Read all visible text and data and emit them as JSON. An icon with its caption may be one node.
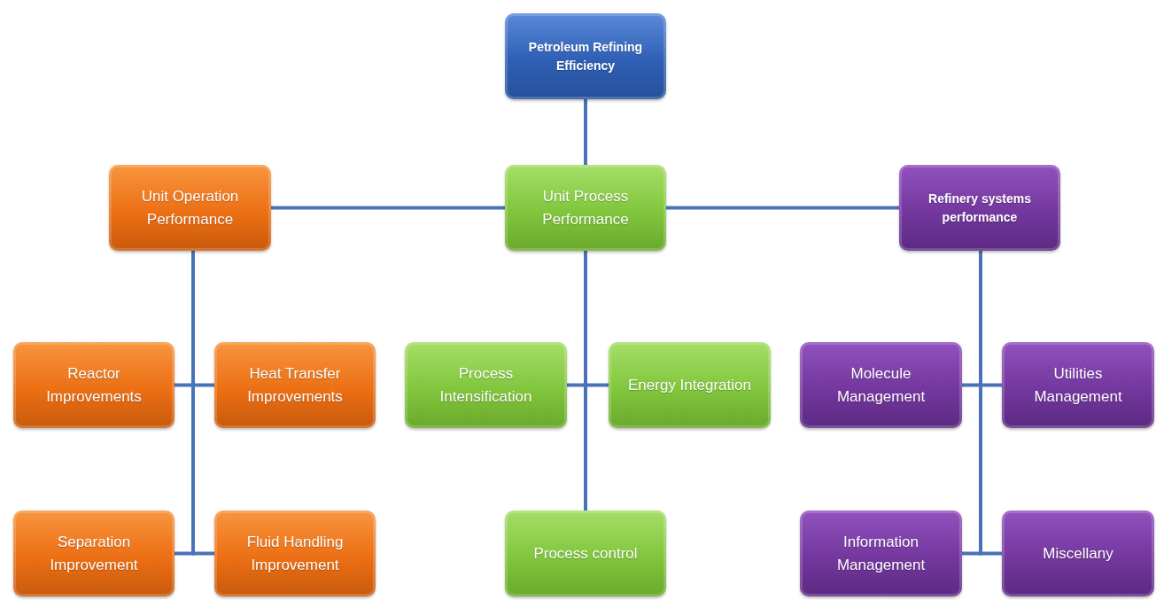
{
  "diagram": {
    "nodes": [
      {
        "text": [
          "Petroleum Refining Efficiency"
        ]
      },
      {
        "text": [
          "Unit Operation Performance"
        ]
      },
      {
        "text": [
          "Unit Process Performance"
        ]
      },
      {
        "text": [
          "Refinery systems performance"
        ]
      },
      {
        "text": [
          "Reactor Improvements"
        ]
      },
      {
        "text": [
          "Heat Transfer Improvements"
        ]
      },
      {
        "text": [
          "Separation Improvement"
        ]
      },
      {
        "text": [
          "Fluid Handling Improvement"
        ]
      },
      {
        "text": [
          "Process Intensification"
        ]
      },
      {
        "text": [
          "Energy Integration"
        ]
      },
      {
        "text": [
          "Process control"
        ]
      },
      {
        "text": [
          "Molecule Management"
        ]
      },
      {
        "text": [
          "Utilities Management"
        ]
      },
      {
        "text": [
          "Information Management"
        ]
      },
      {
        "text": [
          "Miscellany"
        ]
      }
    ],
    "edges": [
      {
        "from": 0,
        "to": 2,
        "arrow": "none"
      },
      {
        "from": 2,
        "to": 1,
        "arrow": "none"
      },
      {
        "from": 2,
        "to": 3,
        "arrow": "none"
      },
      {
        "from": 1,
        "to": 4,
        "arrow": "none"
      },
      {
        "from": 1,
        "to": 5,
        "arrow": "none"
      },
      {
        "from": 1,
        "to": 6,
        "arrow": "none"
      },
      {
        "from": 1,
        "to": 7,
        "arrow": "none"
      },
      {
        "from": 2,
        "to": 8,
        "arrow": "none"
      },
      {
        "from": 2,
        "to": 9,
        "arrow": "none"
      },
      {
        "from": 2,
        "to": 10,
        "arrow": "none"
      },
      {
        "from": 3,
        "to": 11,
        "arrow": "none"
      },
      {
        "from": 3,
        "to": 12,
        "arrow": "none"
      },
      {
        "from": 3,
        "to": 13,
        "arrow": "none"
      },
      {
        "from": 3,
        "to": 14,
        "arrow": "none"
      }
    ]
  }
}
